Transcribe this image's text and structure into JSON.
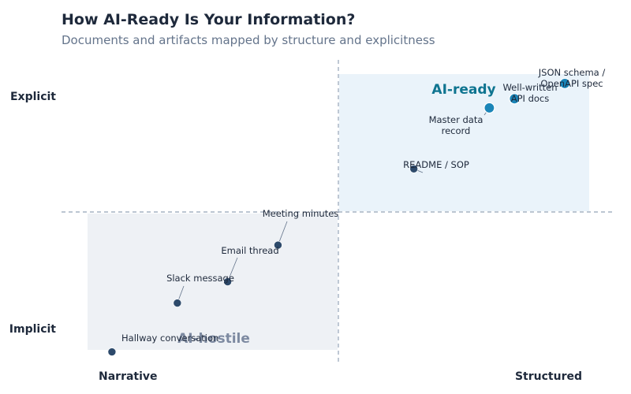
{
  "chart_data": {
    "type": "scatter",
    "title": "How AI-Ready Is Your Information?",
    "subtitle": "Documents and artifacts mapped by structure and explicitness",
    "x_axis": {
      "low_label": "Narrative",
      "high_label": "Structured",
      "range": [
        0,
        10
      ]
    },
    "y_axis": {
      "low_label": "Implicit",
      "high_label": "Explicit",
      "range": [
        0,
        10
      ]
    },
    "grid": false,
    "divider": {
      "x": 5,
      "y": 5,
      "style": "dashed"
    },
    "zones": [
      {
        "name": "AI-ready",
        "label": "AI-ready",
        "quadrant": "top-right",
        "x": [
          5,
          10
        ],
        "y": [
          5,
          10
        ],
        "color": "#eaf3fa"
      },
      {
        "name": "AI-hostile",
        "label": "AI-hostile",
        "quadrant": "bottom-left",
        "x": [
          0,
          5
        ],
        "y": [
          0,
          5
        ],
        "color": "#eef1f5"
      }
    ],
    "points": [
      {
        "label": "Hallway conversation",
        "x": 0.5,
        "y": 0.4,
        "group": "default"
      },
      {
        "label": "Slack message",
        "x": 1.8,
        "y": 2.0,
        "group": "default"
      },
      {
        "label": "Email thread",
        "x": 2.8,
        "y": 2.7,
        "group": "default"
      },
      {
        "label": "Meeting minutes",
        "x": 3.8,
        "y": 3.9,
        "group": "default"
      },
      {
        "label": "README / SOP",
        "x": 6.5,
        "y": 6.4,
        "group": "default"
      },
      {
        "label": "Master data record",
        "x": 8.0,
        "y": 8.4,
        "group": "ai-ready"
      },
      {
        "label": "Well-written API docs",
        "x": 8.5,
        "y": 8.7,
        "group": "ai-ready"
      },
      {
        "label": "JSON schema / OpenAPI spec",
        "x": 9.5,
        "y": 9.2,
        "group": "ai-ready"
      }
    ],
    "colors": {
      "default": "#2d4a6b",
      "ai-ready": "#1b85b8",
      "divider": "#94a3b8",
      "text": "#1e293b"
    }
  }
}
